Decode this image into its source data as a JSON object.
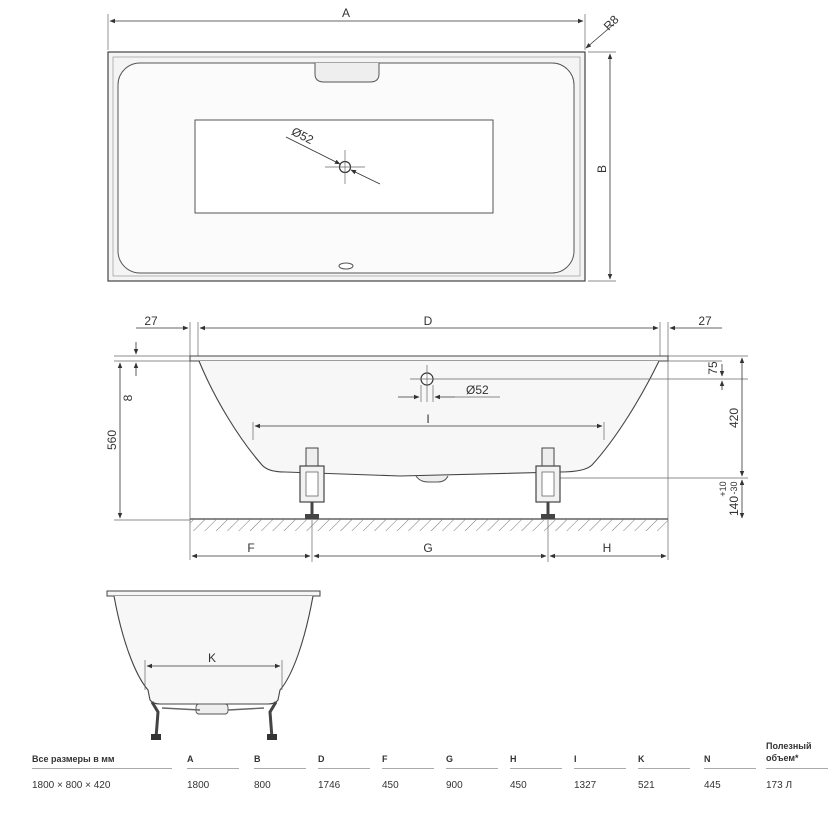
{
  "labels": {
    "A": "A",
    "B": "B",
    "R8": "R8",
    "d52_top": "Ø52",
    "d52_side": "Ø52",
    "dim27_left": "27",
    "dim27_right": "27",
    "D": "D",
    "dim75": "75",
    "dim8": "8",
    "dim560": "560",
    "dim420": "420",
    "I": "I",
    "dim140": "140",
    "tol_plus": "+10",
    "tol_minus": "-30",
    "F": "F",
    "G": "G",
    "H": "H",
    "K": "K"
  },
  "table": {
    "headers": [
      "Все размеры в мм",
      "A",
      "B",
      "D",
      "F",
      "G",
      "H",
      "I",
      "K",
      "N",
      "Полезный объем*"
    ],
    "values": [
      "1800 × 800 × 420",
      "1800",
      "800",
      "1746",
      "450",
      "900",
      "450",
      "1327",
      "521",
      "445",
      "173 Л"
    ]
  }
}
